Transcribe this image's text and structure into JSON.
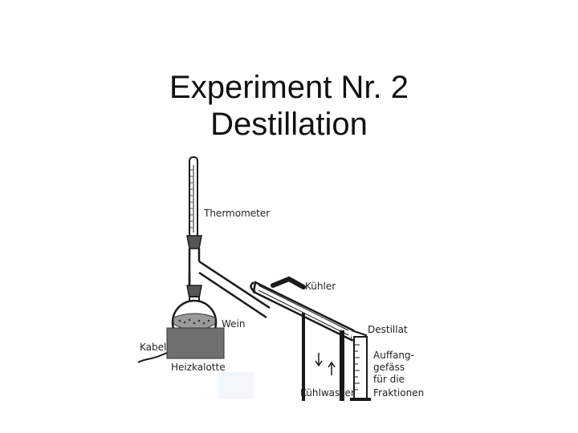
{
  "slide": {
    "title_line1": "Experiment Nr. 2",
    "title_line2": "Destillation"
  },
  "diagram": {
    "labels": {
      "thermometer": "Thermometer",
      "condenser": "Kühler",
      "wine": "Wein",
      "distillate": "Destillat",
      "cable": "Kabel",
      "heating_mantle": "Heizkalotte",
      "cooling_water": "Kühlwasser",
      "collector_line1": "Auffang-",
      "collector_line2": "gefäss",
      "collector_line3": "für die",
      "collector_line4": "Fraktionen"
    },
    "colors": {
      "heating_mantle": "#6f6f6f",
      "line": "#1a1a1a",
      "glass_fill": "#ffffff"
    }
  }
}
